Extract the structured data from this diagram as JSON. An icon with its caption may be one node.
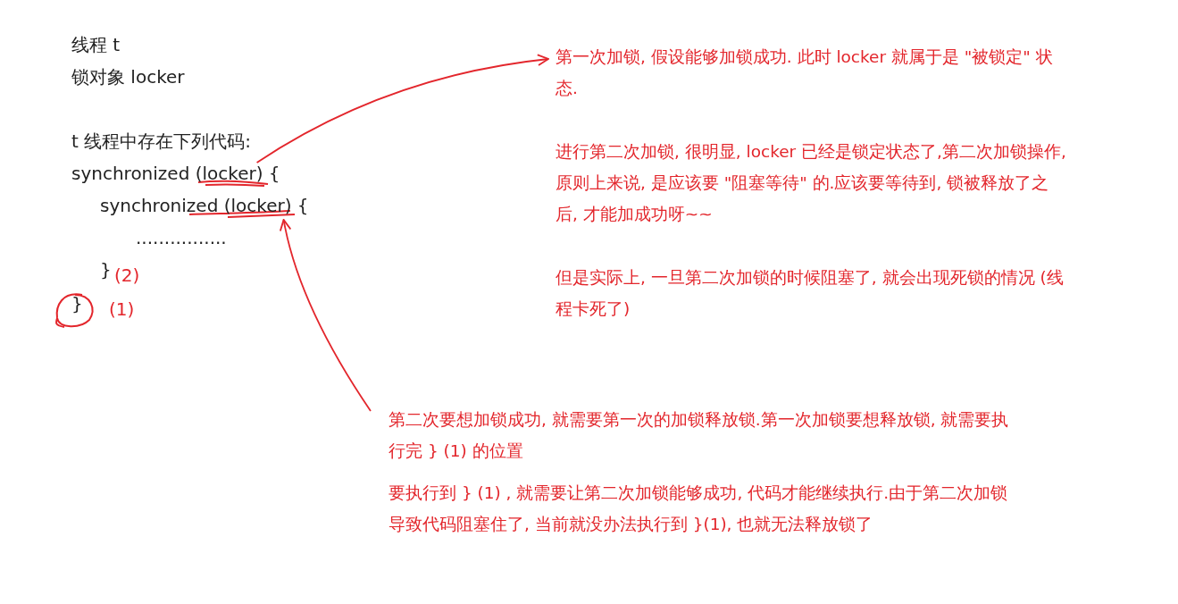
{
  "diagram": {
    "nodes": [
      {
        "text": [
          "synchronized (locker) {"
        ]
      },
      {
        "text": [
          "synchronized (locker) {"
        ]
      },
      {
        "text": [
          "第一次加锁, 假设能够加锁成功. 此时 locker 就属于是 \"被锁定\" 状态.",
          "进行第二次加锁, 很明显, locker 已经是锁定状态了,第二次加锁操作, 原则上来说, 是应该要 \"阻塞等待\" 的.应该要等待到, 锁被释放了之后, 才能加成功呀~~",
          "但是实际上, 一旦第二次加锁的时候阻塞了, 就会出现死锁的情况 (线程卡死了)"
        ]
      },
      {
        "text": [
          "第二次要想加锁成功, 就需要第一次的加锁释放锁.第一次加锁要想释放锁, 就需要执行完 } (1) 的位置",
          "要执行到 } (1) , 就需要让第二次加锁能够成功, 代码才能继续执行.由于第二次加锁导致代码阻塞住了, 当前就没办法执行到 }(1), 也就无法释放锁了"
        ]
      }
    ],
    "edges": [
      {
        "from": 0,
        "to": 2,
        "arrow": "to"
      },
      {
        "from": 3,
        "to": 1,
        "arrow": "to"
      }
    ],
    "labels": [
      "线程 t",
      "锁对象 locker",
      "t 线程中存在下列代码:",
      "................",
      "}",
      "(2)",
      "}",
      "(1)"
    ]
  }
}
